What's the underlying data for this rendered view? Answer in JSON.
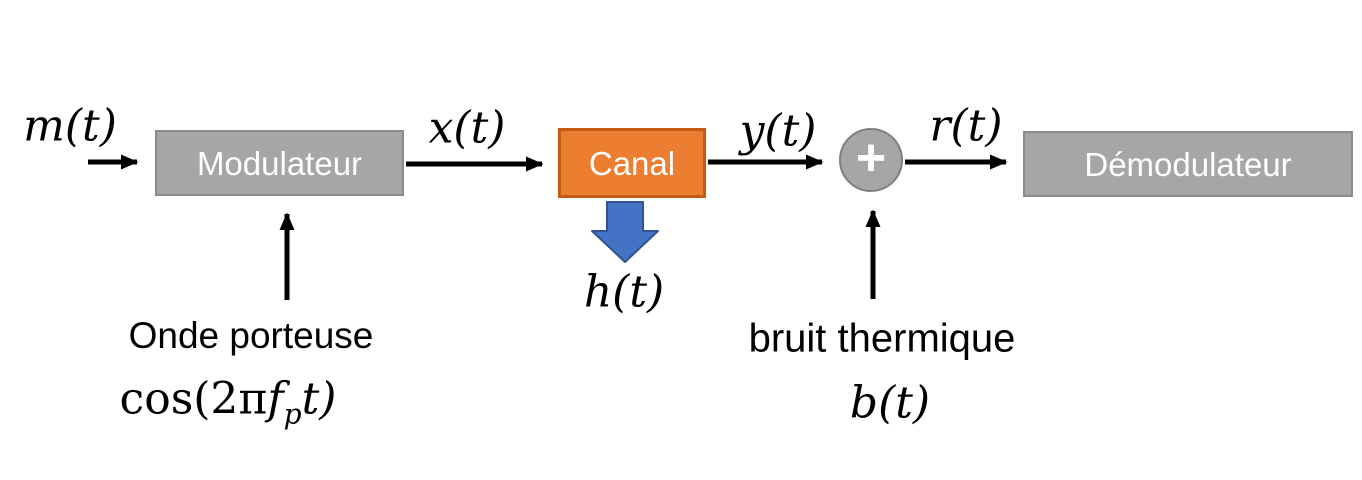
{
  "diagram": {
    "type": "block-diagram",
    "language": "fr",
    "colors": {
      "background": "#FFFFFF",
      "box_gray": "#A6A6A6",
      "box_gray_border": "#8B8B8B",
      "box_text": "#FFFFFF",
      "canal_orange": "#ED7D31",
      "canal_orange_border": "#C55A11",
      "adder_fill": "#A6A6A6",
      "adder_border": "#7F7F7F",
      "blue_arrow": "#4472C4",
      "blue_arrow_border": "#2F548F",
      "line_color": "#000000",
      "label_text": "#000000"
    },
    "blocks": [
      {
        "id": "modulateur",
        "label": "Modulateur"
      },
      {
        "id": "canal",
        "label": "Canal"
      },
      {
        "id": "demodulateur",
        "label": "Démodulateur"
      }
    ],
    "adder": {
      "symbol": "+"
    },
    "signals": {
      "input": "m(t)",
      "modulated": "x(t)",
      "channel_output": "y(t)",
      "received": "r(t)",
      "impulse_response": "h(t)",
      "noise": "b(t)"
    },
    "annotations": {
      "carrier_label": "Onde porteuse",
      "carrier_formula": {
        "prefix": "cos(2π",
        "symbol": "f",
        "subscript": "p",
        "suffix": "t)"
      },
      "noise_label": "bruit thermique"
    }
  }
}
